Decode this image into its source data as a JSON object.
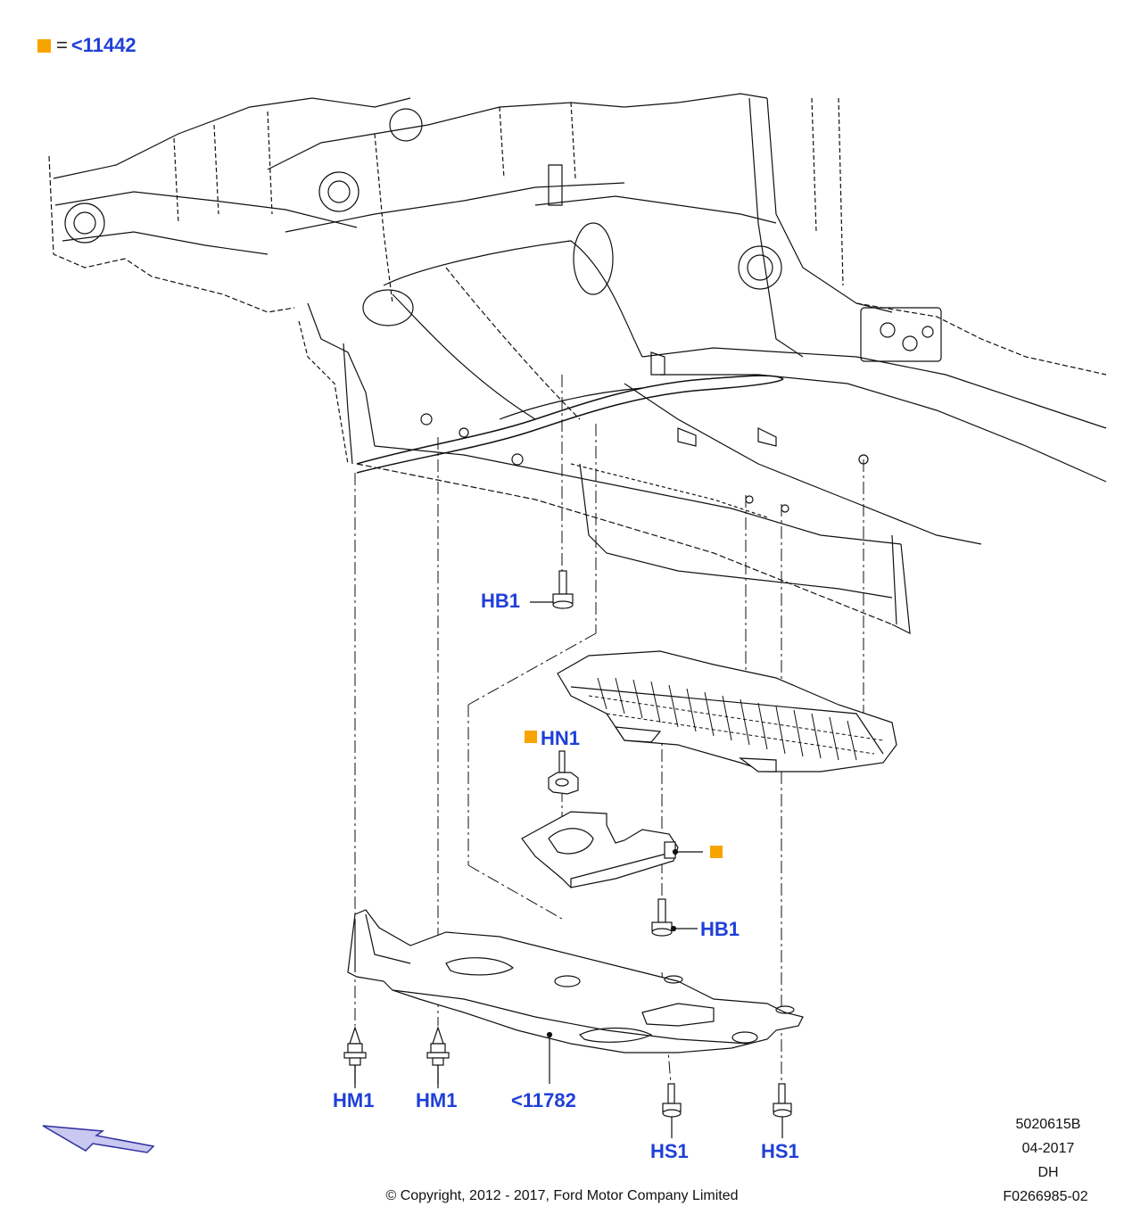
{
  "legend": {
    "marker_color": "#f7a400",
    "equals": "=",
    "ref": "<11442"
  },
  "callouts": {
    "hb1_upper": "HB1",
    "hn1": "HN1",
    "hb1_lower": "HB1",
    "hm1_left": "HM1",
    "hm1_right": "HM1",
    "shield_ref": "<11782",
    "hs1_left": "HS1",
    "hs1_right": "HS1"
  },
  "meta": {
    "drawing_no": "5020615B",
    "date": "04-2017",
    "code": "DH",
    "figure_id": "F0266985-02"
  },
  "copyright": "© Copyright, 2012 - 2017, Ford Motor Company Limited",
  "colors": {
    "callout": "#1f3fd8",
    "marker": "#f7a400",
    "line": "#111111",
    "arrow_fill": "#c8c8f0"
  }
}
